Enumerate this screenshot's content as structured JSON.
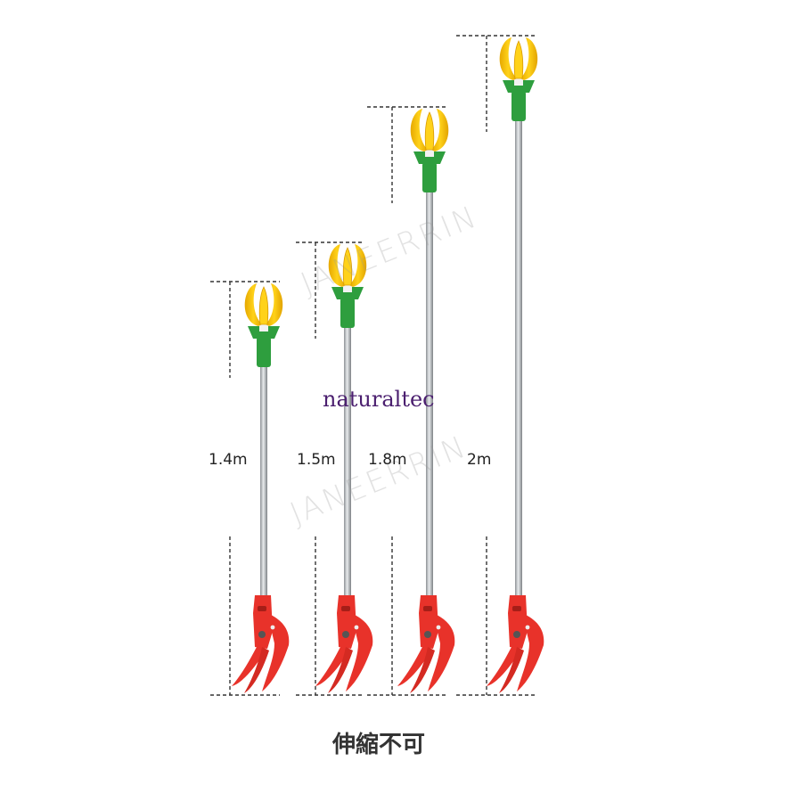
{
  "brand_text": "naturaltec",
  "watermark_text": "JANEERRIN",
  "caption": "伸縮不可",
  "colors": {
    "claw": "#f4c20d",
    "connector": "#2e9e3e",
    "pole": "#b8bcc0",
    "handle": "#e8322a",
    "dash": "#333333"
  },
  "tools": [
    {
      "length_label": "1.4m",
      "length_m": 1.4
    },
    {
      "length_label": "1.5m",
      "length_m": 1.5
    },
    {
      "length_label": "1.8m",
      "length_m": 1.8
    },
    {
      "length_label": "2m",
      "length_m": 2.0
    }
  ]
}
